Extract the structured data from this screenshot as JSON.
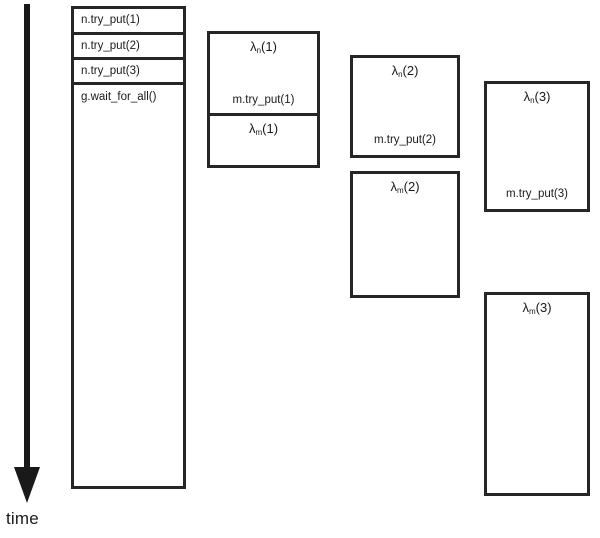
{
  "diagram": {
    "axis": {
      "label": "time",
      "direction": "down",
      "arrow_name": "time-arrow"
    },
    "lanes": [
      {
        "id": "main-thread",
        "kind": "stacked",
        "cells": [
          {
            "id": "cell-n-try-put-1",
            "text": "n.try_put(1)"
          },
          {
            "id": "cell-n-try-put-2",
            "text": "n.try_put(2)"
          },
          {
            "id": "cell-n-try-put-3",
            "text": "n.try_put(3)"
          },
          {
            "id": "cell-g-wait-for-all",
            "text": "g.wait_for_all()"
          }
        ]
      },
      {
        "id": "lane-lambda-n-1",
        "kind": "box",
        "title_base": "λ",
        "title_sub": "n",
        "title_arg": "(1)",
        "body": "m.try_put(1)"
      },
      {
        "id": "lane-lambda-m-1",
        "kind": "box",
        "title_base": "λ",
        "title_sub": "m",
        "title_arg": "(1)",
        "body": ""
      },
      {
        "id": "lane-lambda-n-2",
        "kind": "box",
        "title_base": "λ",
        "title_sub": "n",
        "title_arg": "(2)",
        "body": "m.try_put(2)"
      },
      {
        "id": "lane-lambda-m-2",
        "kind": "box",
        "title_base": "λ",
        "title_sub": "m",
        "title_arg": "(2)",
        "body": ""
      },
      {
        "id": "lane-lambda-n-3",
        "kind": "box",
        "title_base": "λ",
        "title_sub": "n",
        "title_arg": "(3)",
        "body": "m.try_put(3)"
      },
      {
        "id": "lane-lambda-m-3",
        "kind": "box",
        "title_base": "λ",
        "title_sub": "m",
        "title_arg": "(3)",
        "body": ""
      }
    ],
    "colors": {
      "stroke": "#262626",
      "text": "#1a1a1a",
      "background": "#ffffff"
    }
  }
}
